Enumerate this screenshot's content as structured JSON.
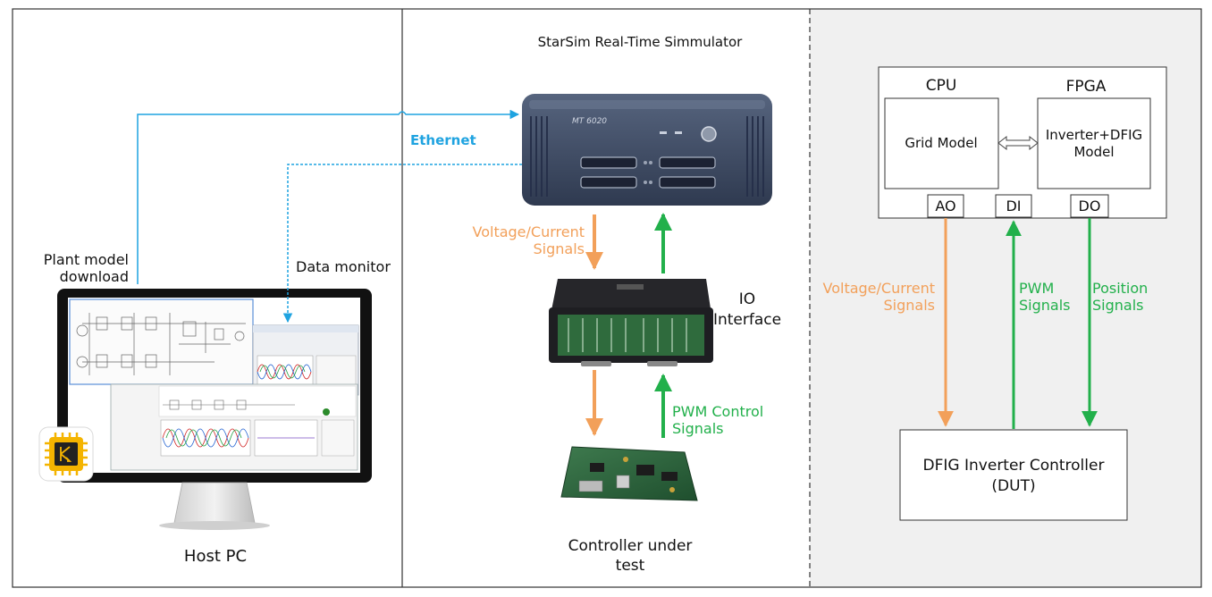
{
  "colors": {
    "blue": "#1fa3e0",
    "orange": "#f2a05a",
    "green": "#22b04b",
    "panel_gray": "#f0f0f0",
    "device_navy": "#3d4a63"
  },
  "host_pc": {
    "title": "Host PC",
    "plant_model_label_line1": "Plant model",
    "plant_model_label_line2": "download",
    "data_monitor_label": "Data monitor",
    "app_icon": "chip-logo-icon"
  },
  "simulator": {
    "title": "StarSim Real-Time Simmulator",
    "device_label": "MT 6020",
    "ethernet_label": "Ethernet",
    "vc_signals_line1": "Voltage/Current",
    "vc_signals_line2": "Signals",
    "io_interface_line1": "IO",
    "io_interface_line2": "Interface",
    "pwm_control_line1": "PWM Control",
    "pwm_control_line2": "Signals",
    "controller_line1": "Controller under",
    "controller_line2": "test"
  },
  "architecture": {
    "cpu_label": "CPU",
    "fpga_label": "FPGA",
    "grid_model_label": "Grid Model",
    "inverter_model_line1": "Inverter+DFIG",
    "inverter_model_line2": "Model",
    "port_ao": "AO",
    "port_di": "DI",
    "port_do": "DO",
    "vc_signals_line1": "Voltage/Current",
    "vc_signals_line2": "Signals",
    "pwm_line1": "PWM",
    "pwm_line2": "Signals",
    "position_line1": "Position",
    "position_line2": "Signals",
    "dut_line1": "DFIG Inverter Controller",
    "dut_line2": "(DUT)"
  }
}
